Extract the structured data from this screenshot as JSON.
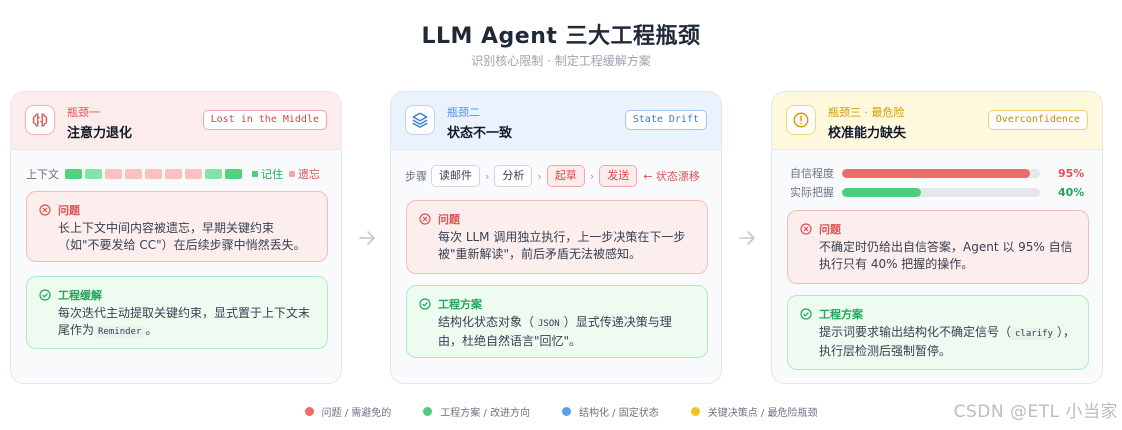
{
  "header": {
    "title": "LLM Agent 三大工程瓶颈",
    "subtitle": "识别核心限制 · 制定工程缓解方案"
  },
  "colors": {
    "red": "#ef6b6b",
    "green": "#4ad07c",
    "blue": "#5d9cec",
    "yellow": "#f2c516"
  },
  "cards": [
    {
      "kicker": "瓶颈一",
      "title": "注意力退化",
      "tag": "Lost in the Middle",
      "icon": "brain-icon",
      "context": {
        "label": "上下文",
        "tokens": [
          "remember",
          "remember",
          "forget",
          "forget",
          "forget",
          "forget",
          "forget",
          "remember",
          "remember"
        ],
        "legend_remember": "记住",
        "legend_forget": "遗忘"
      },
      "problem": {
        "title": "问题",
        "text": "长上下文中间内容被遗忘，早期关键约束（如\"不要发给 CC\"）在后续步骤中悄然丢失。"
      },
      "solution": {
        "title": "工程缓解",
        "text_before": "每次迭代主动提取关键约束，显式置于上下文末尾作为",
        "code": "Reminder",
        "text_after": "。"
      }
    },
    {
      "kicker": "瓶颈二",
      "title": "状态不一致",
      "tag": "State Drift",
      "icon": "layers-icon",
      "steps": {
        "label": "步骤",
        "items": [
          "读邮件",
          "分析",
          "起草",
          "发送"
        ],
        "drift": "← 状态漂移"
      },
      "problem": {
        "title": "问题",
        "text": "每次 LLM 调用独立执行，上一步决策在下一步被\"重新解读\"，前后矛盾无法被感知。"
      },
      "solution": {
        "title": "工程方案",
        "text_before": "结构化状态对象（",
        "code": "JSON",
        "text_after": "）显式传递决策与理由，杜绝自然语言\"回忆\"。"
      }
    },
    {
      "kicker": "瓶颈三 · 最危险",
      "title": "校准能力缺失",
      "tag": "Overconfidence",
      "icon": "alert-icon",
      "bars": [
        {
          "label": "自信程度",
          "value": 95,
          "display": "95%",
          "color": "#ef6b6b"
        },
        {
          "label": "实际把握",
          "value": 40,
          "display": "40%",
          "color": "#4ad07c"
        }
      ],
      "problem": {
        "title": "问题",
        "text": "不确定时仍给出自信答案，Agent 以 95% 自信执行只有 40% 把握的操作。"
      },
      "solution": {
        "title": "工程方案",
        "text_before": "提示词要求输出结构化不确定信号（",
        "code": "clarify",
        "text_after": "），执行层检测后强制暂停。"
      }
    }
  ],
  "legend": [
    {
      "label": "问题 / 需避免的",
      "color": "#ef6b6b"
    },
    {
      "label": "工程方案 / 改进方向",
      "color": "#4ad07c"
    },
    {
      "label": "结构化 / 固定状态",
      "color": "#5d9cec"
    },
    {
      "label": "关键决策点 / 最危险瓶颈",
      "color": "#f2c516"
    }
  ],
  "watermark": "CSDN @ETL 小当家"
}
